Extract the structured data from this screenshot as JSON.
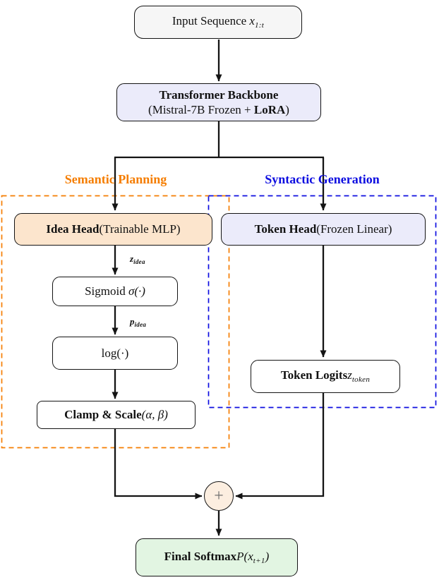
{
  "colors": {
    "semantic_accent": "#f57d00",
    "syntactic_accent": "#0d0de0",
    "edge_stroke": "#141414",
    "idea_head_fill": "#fce5cd",
    "lavender_fill": "#ebebfa",
    "input_fill": "#f6f6f6",
    "sum_fill": "#fceee0",
    "final_fill": "#e2f5e2"
  },
  "groups": {
    "semantic": {
      "label": "Semantic Planning"
    },
    "syntactic": {
      "label": "Syntactic Generation"
    }
  },
  "nodes": {
    "input_sequence": {
      "label": "Input Sequence ",
      "var": "x",
      "sub": "1:t"
    },
    "backbone": {
      "title": "Transformer Backbone",
      "sub_prefix": "(Mistral-7B Frozen + ",
      "sub_bold": "LoRA",
      "sub_suffix": ")"
    },
    "idea_head": {
      "bold": "Idea Head",
      "normal": "(Trainable MLP)"
    },
    "token_head": {
      "bold": "Token Head",
      "normal": "(Frozen Linear)"
    },
    "sigmoid": {
      "normal": "Sigmoid ",
      "math": "σ(·)"
    },
    "log": {
      "math": "log(·)"
    },
    "clamp": {
      "bold": "Clamp & Scale",
      "math": "(α, β)"
    },
    "token_logits": {
      "bold": "Token Logits",
      "var": "z",
      "sub": "token"
    },
    "sum": {
      "symbol": "+"
    },
    "final_softmax": {
      "bold": "Final Softmax",
      "var": "P(x",
      "sub": "t+1",
      "close": ")"
    }
  },
  "edge_labels": {
    "z_idea": {
      "var": "z",
      "sub": "idea"
    },
    "p_idea": {
      "var": "p",
      "sub": "idea"
    }
  }
}
